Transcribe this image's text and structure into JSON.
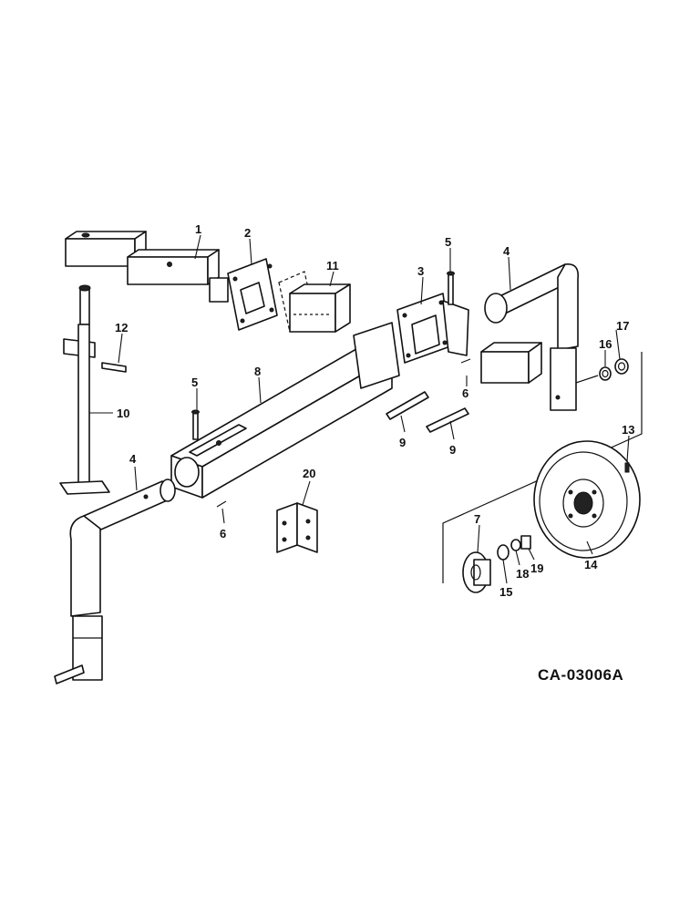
{
  "diagram": {
    "drawing_code": "CA-03006A",
    "callouts": [
      {
        "id": "c1",
        "label": "1"
      },
      {
        "id": "c2",
        "label": "2"
      },
      {
        "id": "c3",
        "label": "3"
      },
      {
        "id": "c4a",
        "label": "4"
      },
      {
        "id": "c4b",
        "label": "4"
      },
      {
        "id": "c5a",
        "label": "5"
      },
      {
        "id": "c5b",
        "label": "5"
      },
      {
        "id": "c6a",
        "label": "6"
      },
      {
        "id": "c6b",
        "label": "6"
      },
      {
        "id": "c7",
        "label": "7"
      },
      {
        "id": "c8",
        "label": "8"
      },
      {
        "id": "c9a",
        "label": "9"
      },
      {
        "id": "c9b",
        "label": "9"
      },
      {
        "id": "c10",
        "label": "10"
      },
      {
        "id": "c11",
        "label": "11"
      },
      {
        "id": "c12",
        "label": "12"
      },
      {
        "id": "c13",
        "label": "13"
      },
      {
        "id": "c14",
        "label": "14"
      },
      {
        "id": "c15",
        "label": "15"
      },
      {
        "id": "c16",
        "label": "16"
      },
      {
        "id": "c17",
        "label": "17"
      },
      {
        "id": "c18",
        "label": "18"
      },
      {
        "id": "c19",
        "label": "19"
      },
      {
        "id": "c20",
        "label": "20"
      }
    ]
  }
}
